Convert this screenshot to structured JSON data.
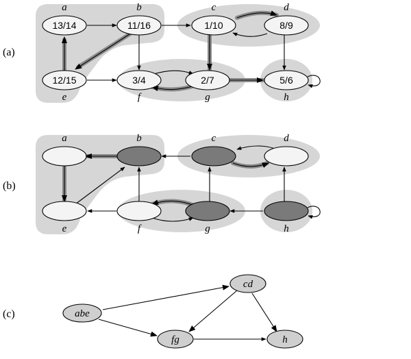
{
  "panels": [
    {
      "label": "(a)"
    },
    {
      "label": "(b)"
    },
    {
      "label": "(c)"
    }
  ],
  "vertices": [
    {
      "name": "a",
      "times": "13/14"
    },
    {
      "name": "b",
      "times": "11/16"
    },
    {
      "name": "c",
      "times": "1/10"
    },
    {
      "name": "d",
      "times": "8/9"
    },
    {
      "name": "e",
      "times": "12/15"
    },
    {
      "name": "f",
      "times": "3/4"
    },
    {
      "name": "g",
      "times": "2/7"
    },
    {
      "name": "h",
      "times": "5/6"
    }
  ],
  "component_graph": {
    "nodes": [
      "abe",
      "cd",
      "fg",
      "h"
    ]
  },
  "colors": {
    "region": "#d6d6d6",
    "node_light": "#f4f4f4",
    "node_dark": "#7a7a7a",
    "node_component": "#cfcfcf",
    "tree_edge": "#8a8a8a",
    "stroke": "#000000"
  }
}
